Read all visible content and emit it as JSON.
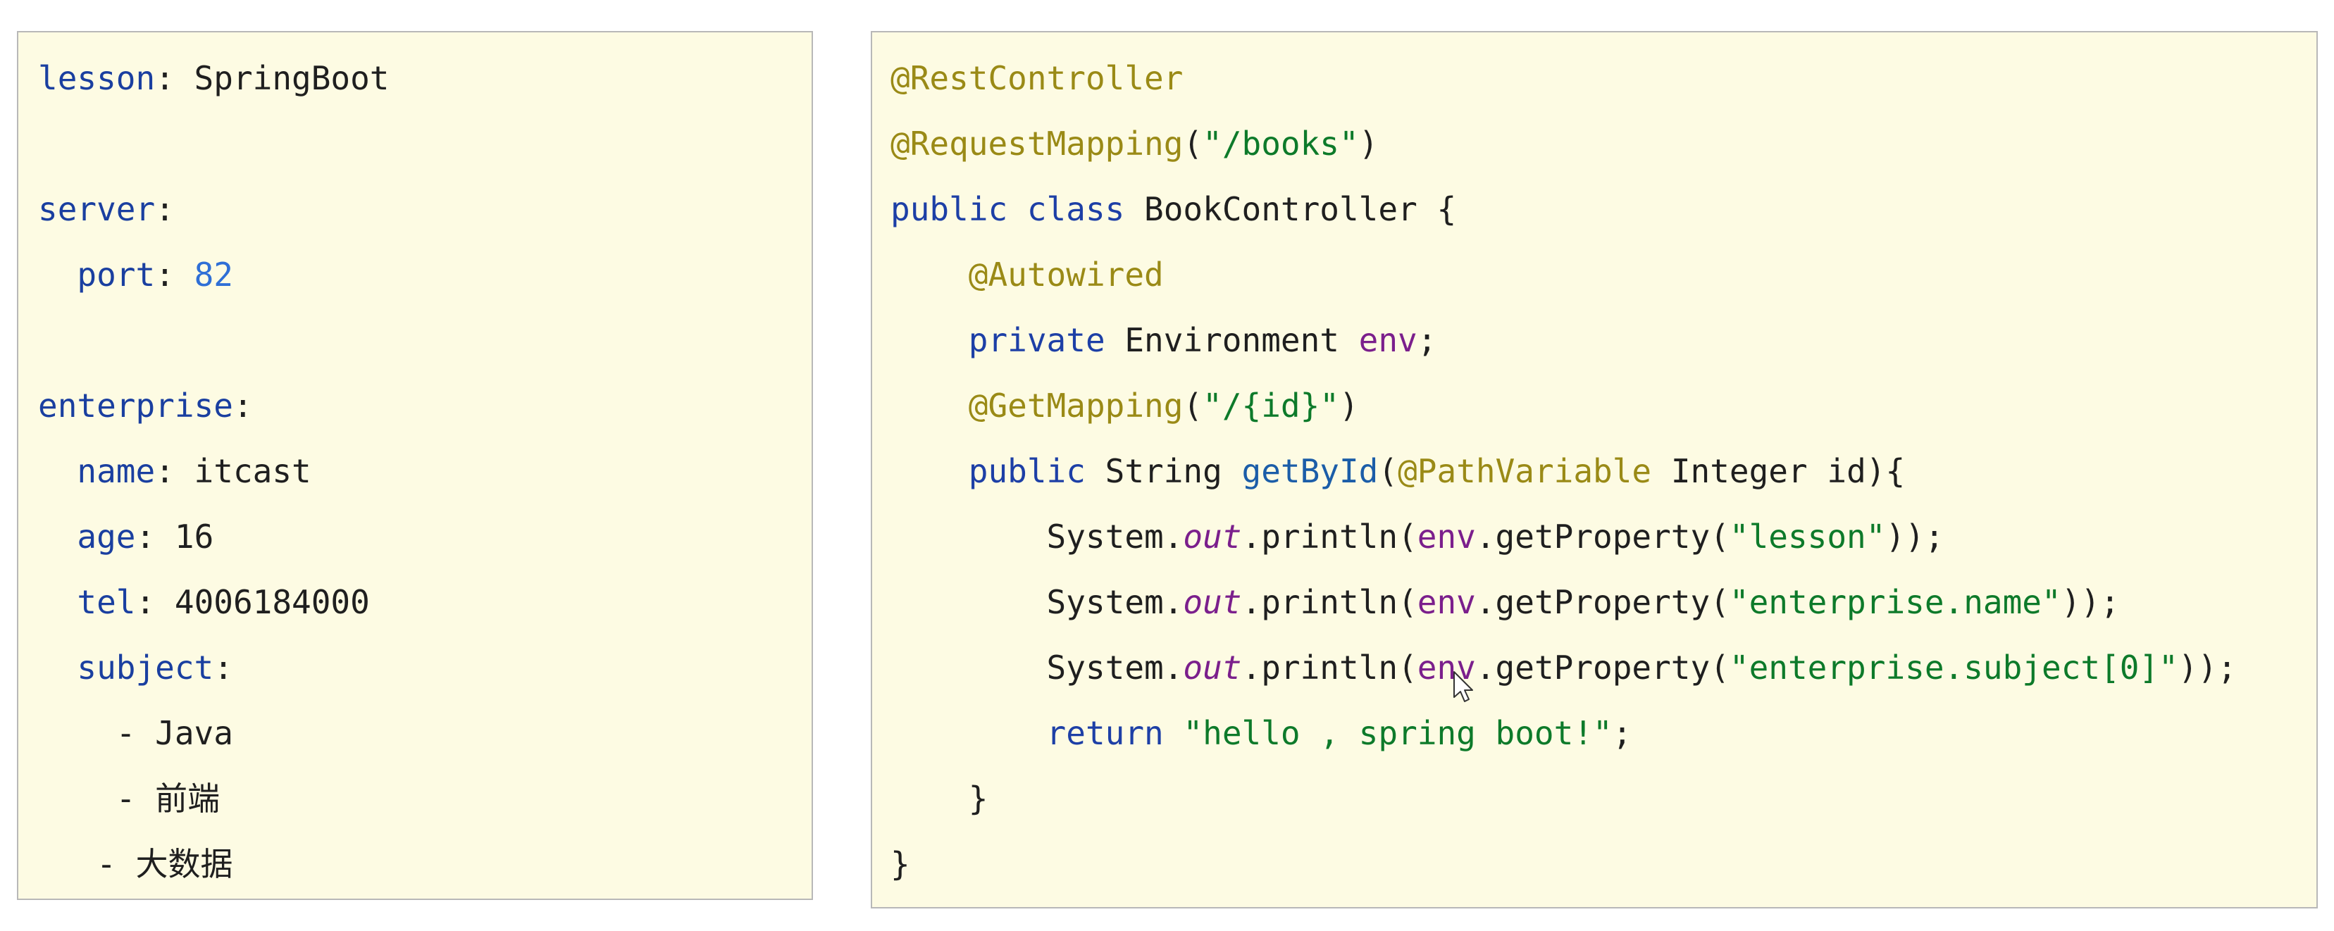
{
  "yaml": {
    "lines": [
      [
        {
          "t": "lesson",
          "c": "key"
        },
        {
          "t": ": SpringBoot",
          "c": "plain"
        }
      ],
      [],
      [
        {
          "t": "server",
          "c": "key"
        },
        {
          "t": ":",
          "c": "plain"
        }
      ],
      [
        {
          "t": "  port",
          "c": "key"
        },
        {
          "t": ": ",
          "c": "plain"
        },
        {
          "t": "82",
          "c": "num"
        }
      ],
      [],
      [
        {
          "t": "enterprise",
          "c": "key"
        },
        {
          "t": ":",
          "c": "plain"
        }
      ],
      [
        {
          "t": "  name",
          "c": "key"
        },
        {
          "t": ": itcast",
          "c": "plain"
        }
      ],
      [
        {
          "t": "  age",
          "c": "key"
        },
        {
          "t": ": 16",
          "c": "plain"
        }
      ],
      [
        {
          "t": "  tel",
          "c": "key"
        },
        {
          "t": ": 4006184000",
          "c": "plain"
        }
      ],
      [
        {
          "t": "  subject",
          "c": "key"
        },
        {
          "t": ":",
          "c": "plain"
        }
      ],
      [
        {
          "t": "    - Java",
          "c": "plain"
        }
      ],
      [
        {
          "t": "    - ",
          "c": "plain"
        },
        {
          "t": "前端",
          "c": "plain",
          "cjk": true
        }
      ],
      [
        {
          "t": "   - ",
          "c": "plain"
        },
        {
          "t": "大数据",
          "c": "plain",
          "cjk": true
        }
      ]
    ]
  },
  "java": {
    "lines": [
      [
        {
          "t": "@RestController",
          "c": "ann"
        }
      ],
      [
        {
          "t": "@RequestMapping",
          "c": "ann"
        },
        {
          "t": "(",
          "c": "plain"
        },
        {
          "t": "\"/books\"",
          "c": "str"
        },
        {
          "t": ")",
          "c": "plain"
        }
      ],
      [
        {
          "t": "public class",
          "c": "kw"
        },
        {
          "t": " BookController {",
          "c": "plain"
        }
      ],
      [
        {
          "t": "    @Autowired",
          "c": "ann"
        }
      ],
      [
        {
          "t": "    private",
          "c": "kw"
        },
        {
          "t": " Environment ",
          "c": "plain"
        },
        {
          "t": "env",
          "c": "field"
        },
        {
          "t": ";",
          "c": "plain"
        }
      ],
      [
        {
          "t": "    @GetMapping",
          "c": "ann"
        },
        {
          "t": "(",
          "c": "plain"
        },
        {
          "t": "\"/{id}\"",
          "c": "str"
        },
        {
          "t": ")",
          "c": "plain"
        }
      ],
      [
        {
          "t": "    public",
          "c": "kw"
        },
        {
          "t": " String ",
          "c": "plain"
        },
        {
          "t": "getById",
          "c": "method"
        },
        {
          "t": "(",
          "c": "plain"
        },
        {
          "t": "@PathVariable",
          "c": "ann"
        },
        {
          "t": " Integer id){",
          "c": "plain"
        }
      ],
      [
        {
          "t": "        System.",
          "c": "plain"
        },
        {
          "t": "out",
          "c": "static"
        },
        {
          "t": ".println(",
          "c": "plain"
        },
        {
          "t": "env",
          "c": "field"
        },
        {
          "t": ".getProperty(",
          "c": "plain"
        },
        {
          "t": "\"lesson\"",
          "c": "str"
        },
        {
          "t": "));",
          "c": "plain"
        }
      ],
      [
        {
          "t": "        System.",
          "c": "plain"
        },
        {
          "t": "out",
          "c": "static"
        },
        {
          "t": ".println(",
          "c": "plain"
        },
        {
          "t": "env",
          "c": "field"
        },
        {
          "t": ".getProperty(",
          "c": "plain"
        },
        {
          "t": "\"enterprise.name\"",
          "c": "str"
        },
        {
          "t": "));",
          "c": "plain"
        }
      ],
      [
        {
          "t": "        System.",
          "c": "plain"
        },
        {
          "t": "out",
          "c": "static"
        },
        {
          "t": ".println(",
          "c": "plain"
        },
        {
          "t": "env",
          "c": "field"
        },
        {
          "t": ".getProperty(",
          "c": "plain"
        },
        {
          "t": "\"enterprise.subject[0]\"",
          "c": "str"
        },
        {
          "t": "));",
          "c": "plain"
        }
      ],
      [
        {
          "t": "        return",
          "c": "kw"
        },
        {
          "t": " ",
          "c": "plain"
        },
        {
          "t": "\"hello , spring boot!\"",
          "c": "str"
        },
        {
          "t": ";",
          "c": "plain"
        }
      ],
      [
        {
          "t": "    }",
          "c": "plain"
        }
      ],
      [
        {
          "t": "}",
          "c": "plain"
        }
      ]
    ]
  }
}
